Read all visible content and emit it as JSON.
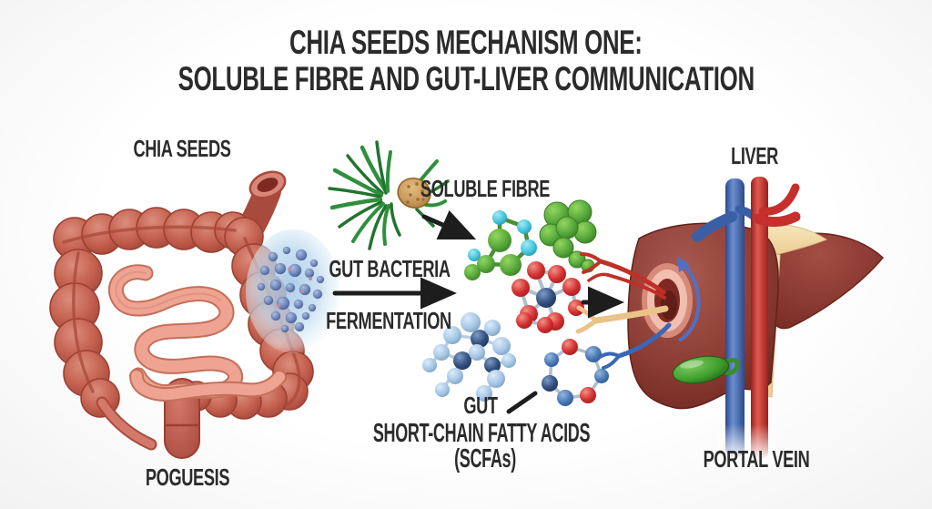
{
  "title": {
    "line1": "CHIA SEEDS MECHANISM ONE:",
    "line2": "SOLUBLE FIBRE AND GUT-LIVER COMMUNICATION"
  },
  "labels": {
    "chia_seeds": "CHIA SEEDS",
    "soluble_fibre": "SOLUBLE FIBRE",
    "gut_bacteria": "GUT BACTERIA",
    "fermentation": "FERMENTATION",
    "gut": "GUT",
    "scfa_line1": "SHORT-CHAIN FATTY ACIDS",
    "scfa_line2": "(SCFAs)",
    "liver": "LIVER",
    "portal_vein": "PORTAL VEIN",
    "colon_caption": "POGUESIS"
  },
  "icons": {
    "intestine_illustration": "large-intestine-with-small-intestine",
    "bacteria_bubble": "gut-bacteria-magnified-bubble",
    "fibre_illustration": "chia-seed-with-mucilage-fibres",
    "fibre_molecules": "green-cyan-polysaccharide-molecules",
    "scfa_molecules": "red-blue-short-chain-fatty-acid-molecules",
    "liver_illustration": "liver-with-vessels-and-gallbladder",
    "arrows": "black-process-arrows"
  },
  "colors": {
    "background": "#ffffff",
    "text": "#2b2b2b",
    "arrow_black": "#1d1d1d",
    "colon": "#c4604f",
    "small_intestine": "#efa392",
    "bubble_blue": "#bcd9ef",
    "bacteria_blue": "#6c84bd",
    "fibre_green": "#2f8f3c",
    "seed_brown": "#c9995b",
    "molecule_green": "#57a93b",
    "molecule_cyan": "#45c5dd",
    "molecule_red": "#d32f2f",
    "molecule_blue": "#4a78b5",
    "molecule_light_blue": "#a6c6e6",
    "liver_maroon": "#8c3c33",
    "ligament_cream": "#f3dcab",
    "vein_blue": "#3b5fa5",
    "artery_red": "#c62f2c",
    "gallbladder_green": "#3f9e2e",
    "portal_tan": "#eac389",
    "portal_arrow_blue": "#5070c5"
  }
}
